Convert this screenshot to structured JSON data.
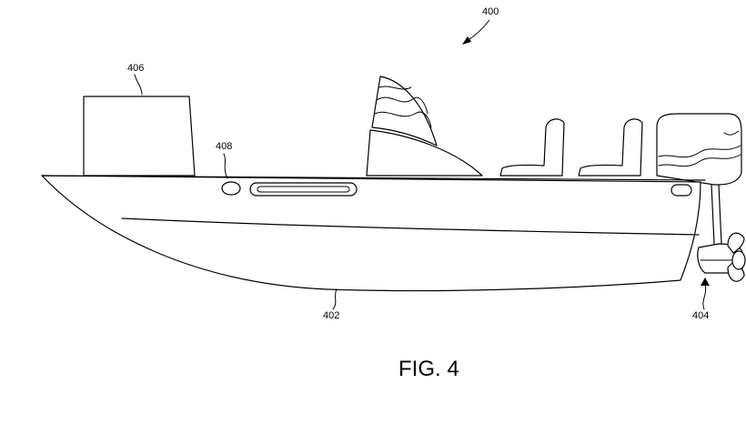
{
  "figure": {
    "caption": "FIG. 4",
    "labels": {
      "overall": "400",
      "hull": "402",
      "propulsion": "404",
      "console": "406",
      "light": "408"
    }
  }
}
